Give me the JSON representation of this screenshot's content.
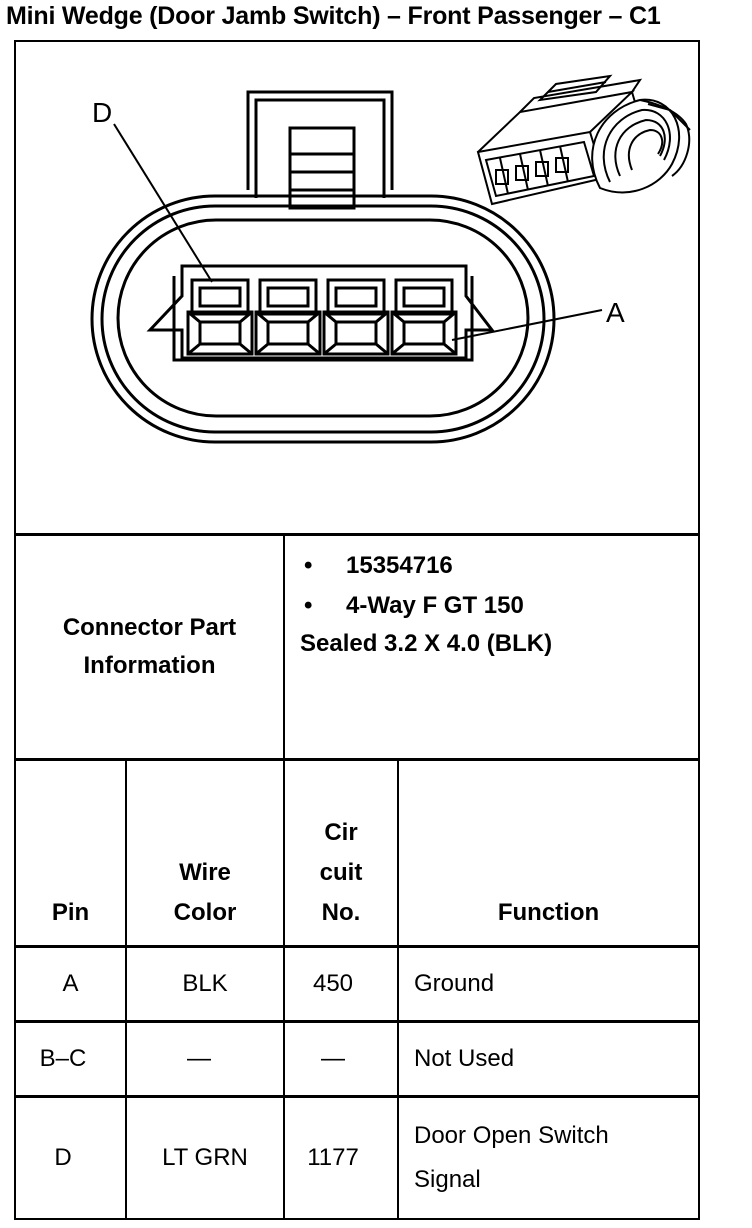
{
  "title": "Mini Wedge (Door Jamb Switch) – Front Passenger – C1",
  "diagram": {
    "label_d": "D",
    "label_a": "A"
  },
  "connector_info": {
    "label": "Connector Part Information",
    "part_number": "15354716",
    "description_line1": "4-Way F GT 150",
    "description_line2": "Sealed 3.2 X 4.0 (BLK)",
    "bullet": "•"
  },
  "table": {
    "headers": {
      "pin": "Pin",
      "wire_color_line1": "Wire",
      "wire_color_line2": "Color",
      "circuit_line1": "Cir",
      "circuit_line2": "cuit",
      "circuit_line3": "No.",
      "function": "Function"
    },
    "rows": [
      {
        "pin": "A",
        "wire_color": "BLK",
        "circuit": "450",
        "function_line1": "Ground",
        "function_line2": ""
      },
      {
        "pin": "B–C",
        "wire_color": "—",
        "circuit": "—",
        "function_line1": "Not Used",
        "function_line2": ""
      },
      {
        "pin": "D",
        "wire_color": "LT GRN",
        "circuit": "1177",
        "function_line1": "Door Open Switch",
        "function_line2": "Signal"
      }
    ]
  }
}
